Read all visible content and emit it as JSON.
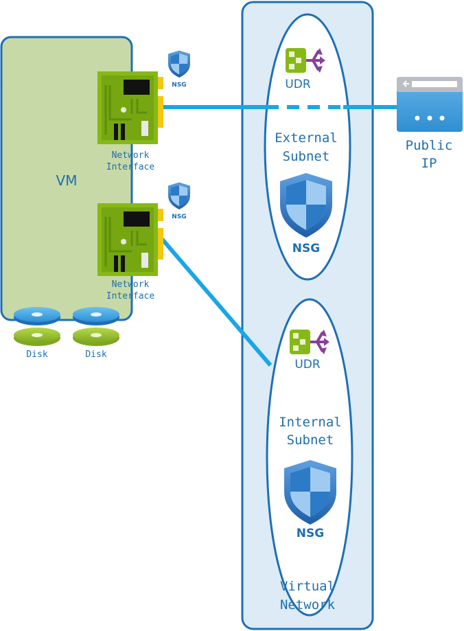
{
  "vm": {
    "label": "VM"
  },
  "nic_top": {
    "label_line1": "Network",
    "label_line2": "Interface",
    "nsg_label": "NSG"
  },
  "nic_bottom": {
    "label_line1": "Network",
    "label_line2": "Interface",
    "nsg_label": "NSG"
  },
  "disks": [
    {
      "label": "Disk"
    },
    {
      "label": "Disk"
    }
  ],
  "external_subnet": {
    "udr_label": "UDR",
    "title_line1": "External",
    "title_line2": "Subnet",
    "nsg_label": "NSG"
  },
  "internal_subnet": {
    "udr_label": "UDR",
    "title_line1": "Internal",
    "title_line2": "Subnet",
    "nsg_label": "NSG"
  },
  "public_ip": {
    "label_line1": "Public",
    "label_line2": "IP"
  },
  "vnet": {
    "label_line1": "Virtual",
    "label_line2": "Network"
  },
  "colors": {
    "vm_fill": "#c7d9a6",
    "outline_blue": "#1e6fb5",
    "vnet_fill": "#dcebf5",
    "link_blue": "#1aa6e6",
    "text_blue": "#1f6fae",
    "nic_green": "#86b817",
    "udr_purple": "#8a3f9a"
  }
}
